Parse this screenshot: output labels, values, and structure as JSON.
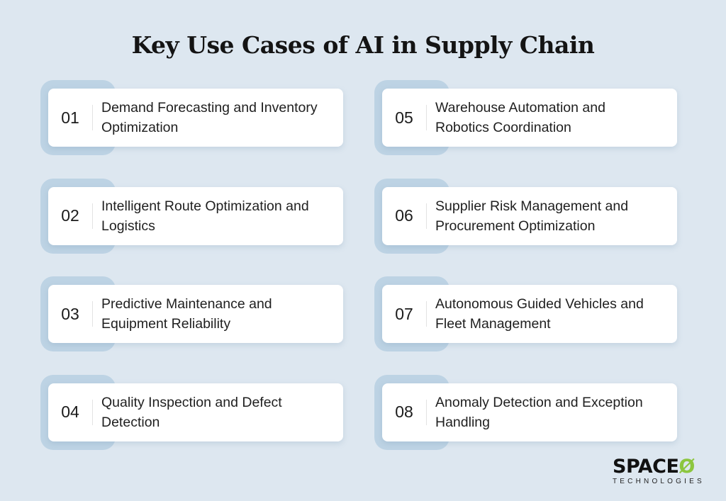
{
  "title": "Key Use Cases of AI in Supply Chain",
  "items": [
    {
      "number": "01",
      "label": "Demand Forecasting and Inventory Optimization"
    },
    {
      "number": "02",
      "label": "Intelligent Route Optimization and Logistics"
    },
    {
      "number": "03",
      "label": "Predictive Maintenance and Equipment Reliability"
    },
    {
      "number": "04",
      "label": "Quality Inspection and Defect Detection"
    },
    {
      "number": "05",
      "label": "Warehouse Automation and Robotics Coordination"
    },
    {
      "number": "06",
      "label": "Supplier Risk Management and Procurement Optimization"
    },
    {
      "number": "07",
      "label": "Autonomous Guided Vehicles and Fleet Management"
    },
    {
      "number": "08",
      "label": "Anomaly Detection and Exception Handling"
    }
  ],
  "logo": {
    "name": "SPACE",
    "mark": "Ø",
    "sub": "TECHNOLOGIES"
  },
  "colors": {
    "background": "#dde7f0",
    "accent_back": "#bdd3e4",
    "logo_green": "#8cc63f"
  }
}
